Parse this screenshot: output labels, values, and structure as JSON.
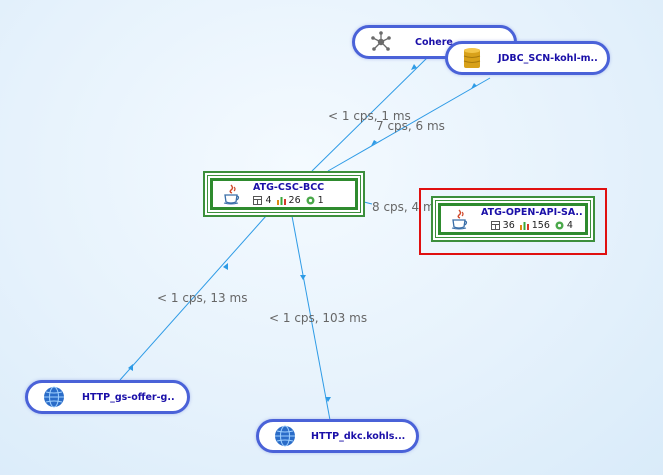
{
  "nodes": {
    "coherence": {
      "label": "Cohere",
      "icon": "cluster-icon"
    },
    "jdbc": {
      "label": "JDBC_SCN-kohl-m..",
      "icon": "database-icon"
    },
    "atg_csc_bcc": {
      "label": "ATG-CSC-BCC",
      "tiers": "4",
      "bts": "26",
      "nodes": "1",
      "icon": "java-icon"
    },
    "atg_open_api": {
      "label": "ATG-OPEN-API-SA..",
      "tiers": "36",
      "bts": "156",
      "nodes": "4",
      "icon": "java-icon"
    },
    "http_gs_offer": {
      "label": "HTTP_gs-offer-g..",
      "icon": "globe-icon"
    },
    "http_dkc": {
      "label": "HTTP_dkc.kohls...",
      "icon": "globe-icon"
    }
  },
  "edges": {
    "to_coherence": "< 1 cps, 1 ms",
    "to_jdbc": "7 cps, 6 ms",
    "to_open_api": "8 cps, 4 ms",
    "to_http_gs_offer": "< 1 cps, 13 ms",
    "to_http_dkc": "< 1 cps, 103 ms"
  },
  "colors": {
    "edge": "#2e9be6",
    "pill_border": "#4a62d8",
    "app_border": "#2e8b2e",
    "label_blue": "#1a0fa8",
    "selection": "#e01010"
  }
}
